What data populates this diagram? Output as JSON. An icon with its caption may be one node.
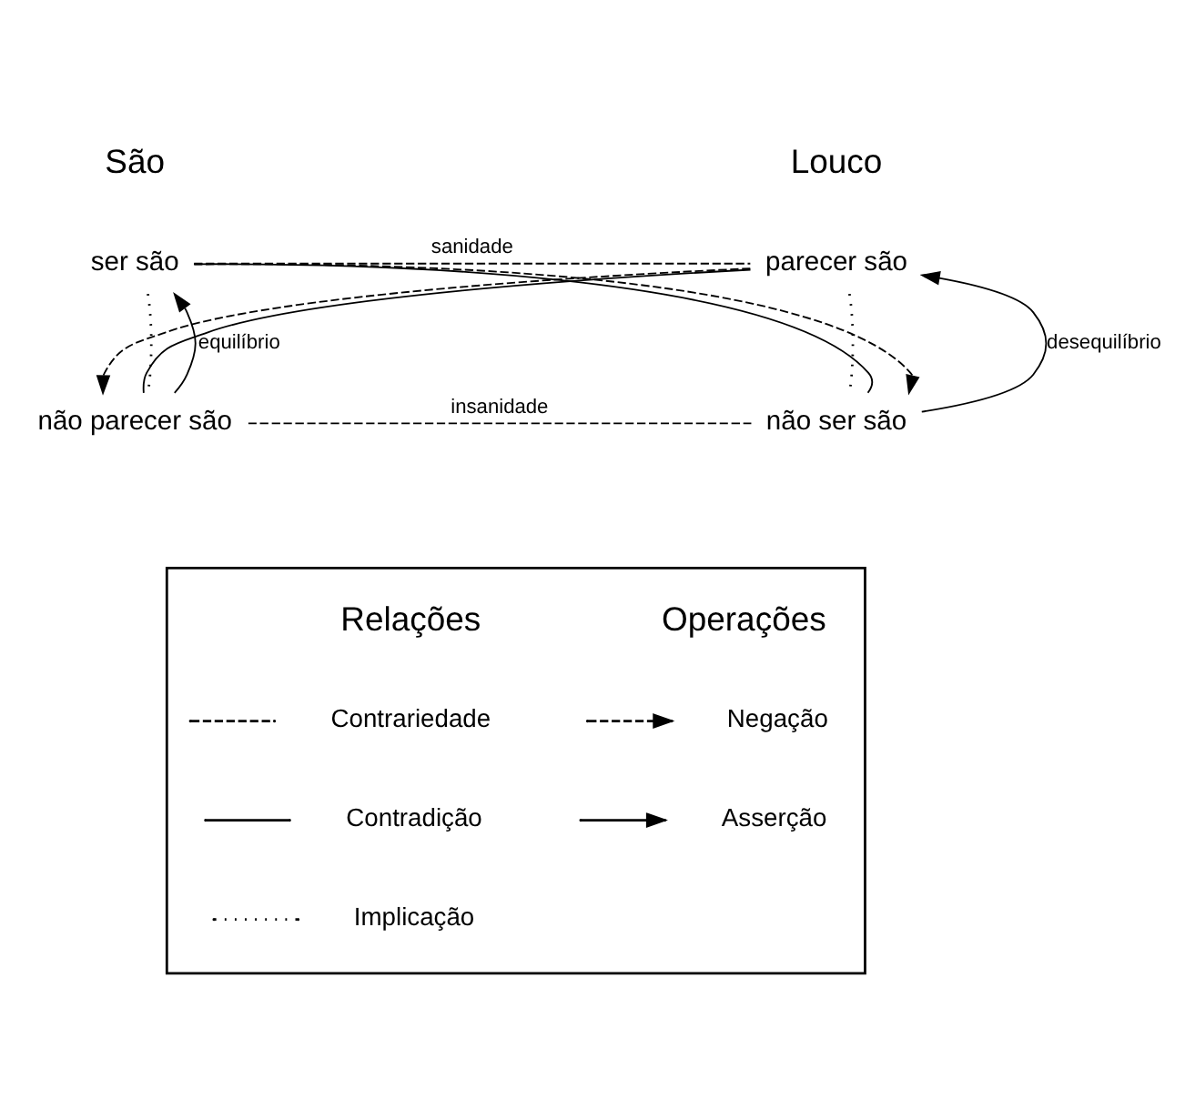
{
  "diagram": {
    "nodes": [
      {
        "text": [
          "ser são"
        ]
      },
      {
        "text": [
          "parecer são"
        ]
      },
      {
        "text": [
          "não parecer são"
        ]
      },
      {
        "text": [
          "não ser são"
        ]
      },
      {
        "text": [],
        "shape": "box"
      }
    ],
    "edges": [
      {
        "from": 0,
        "to": 1,
        "arrow": "none",
        "label": "sanidade",
        "style": "dashed"
      },
      {
        "from": 2,
        "to": 3,
        "arrow": "none",
        "label": "insanidade",
        "style": "dashed"
      },
      {
        "from": 0,
        "to": 2,
        "arrow": "none",
        "style": "dashed"
      },
      {
        "from": 1,
        "to": 3,
        "arrow": "none",
        "style": "dashed"
      },
      {
        "from": 0,
        "to": 3,
        "arrow": "none"
      },
      {
        "from": 2,
        "to": 1,
        "arrow": "none"
      },
      {
        "from": 0,
        "to": 3,
        "arrow": "to",
        "style": "dashed"
      },
      {
        "from": 1,
        "to": 2,
        "arrow": "to",
        "style": "dashed"
      },
      {
        "from": 2,
        "to": 0,
        "arrow": "to",
        "label": "equilíbrio"
      },
      {
        "from": 3,
        "to": 1,
        "arrow": "to",
        "label": "desequilíbrio"
      }
    ],
    "labels": [
      "São",
      "Louco",
      "Relações",
      "Operações"
    ],
    "legend": [
      {
        "text": "Contrariedade"
      },
      {
        "text": "Contradição"
      },
      {
        "text": "Implicação"
      },
      {
        "text": "Negação"
      },
      {
        "text": "Asserção"
      }
    ]
  }
}
